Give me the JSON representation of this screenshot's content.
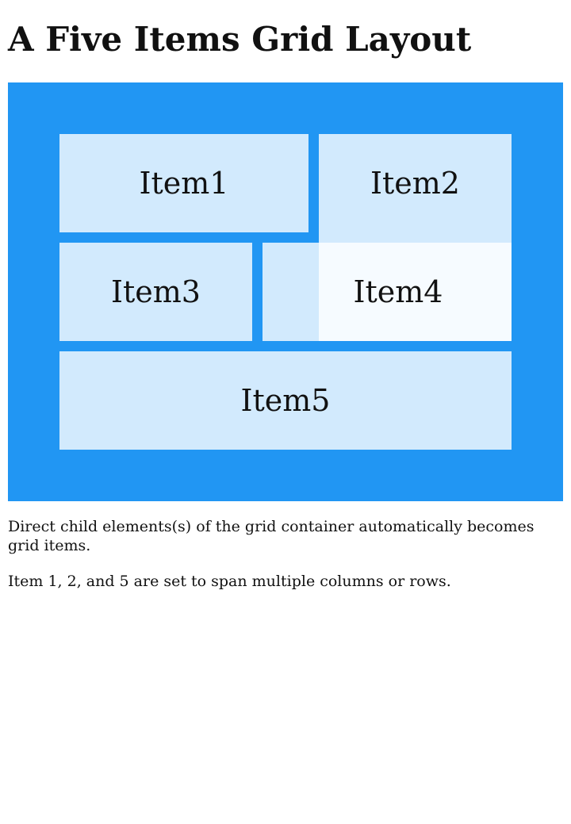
{
  "page": {
    "title": "A Five Items Grid Layout"
  },
  "grid": {
    "container_color": "#2196F3",
    "items": [
      {
        "label": "Item1"
      },
      {
        "label": "Item2"
      },
      {
        "label": "Item3"
      },
      {
        "label": "Item4"
      },
      {
        "label": "Item5"
      }
    ]
  },
  "description": {
    "paragraph1": "Direct child elements(s) of the grid container automatically becomes grid items.",
    "paragraph2": "Item 1, 2, and 5 are set to span multiple columns or rows."
  }
}
